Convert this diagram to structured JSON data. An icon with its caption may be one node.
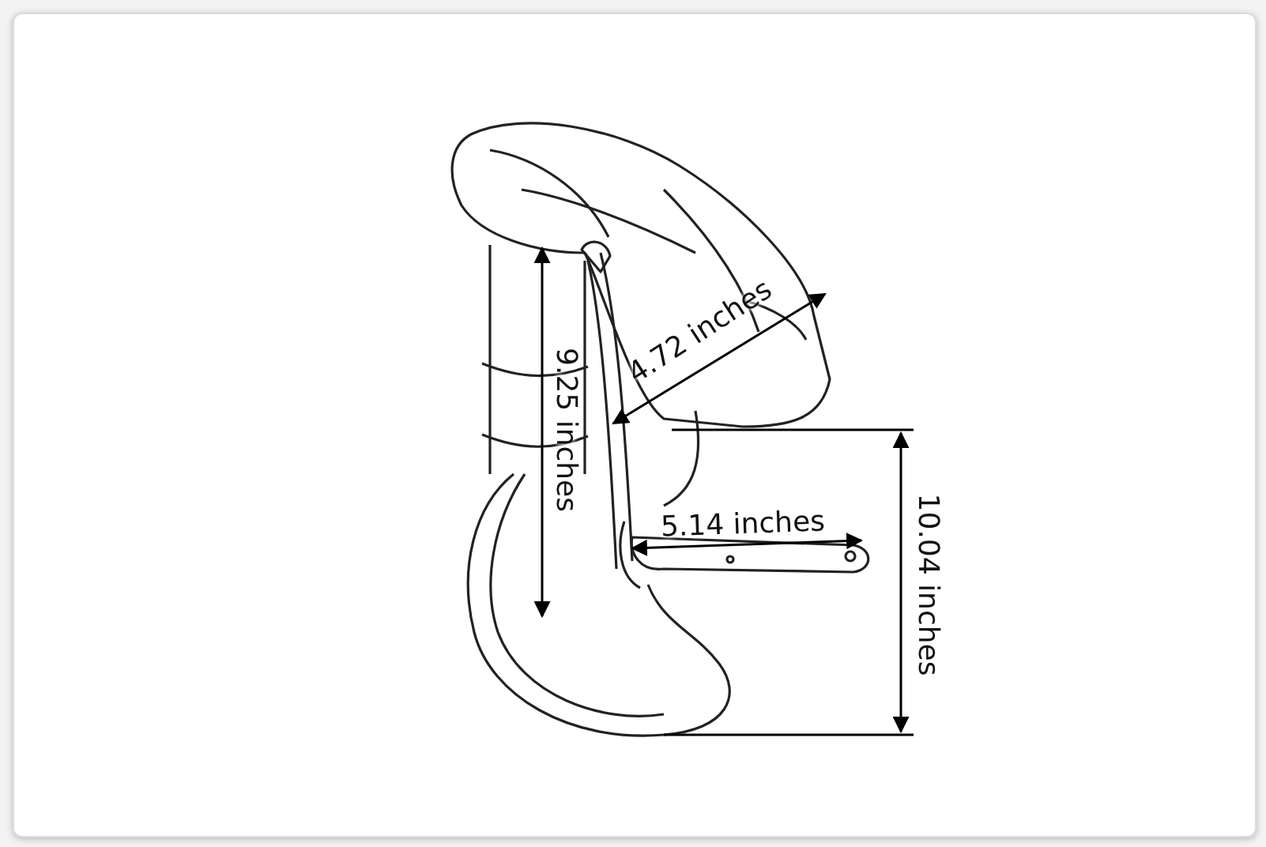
{
  "diagram": {
    "labels": [
      "4.72 inches",
      "9.25 inches",
      "5.14 inches",
      "10.04 inches"
    ]
  }
}
